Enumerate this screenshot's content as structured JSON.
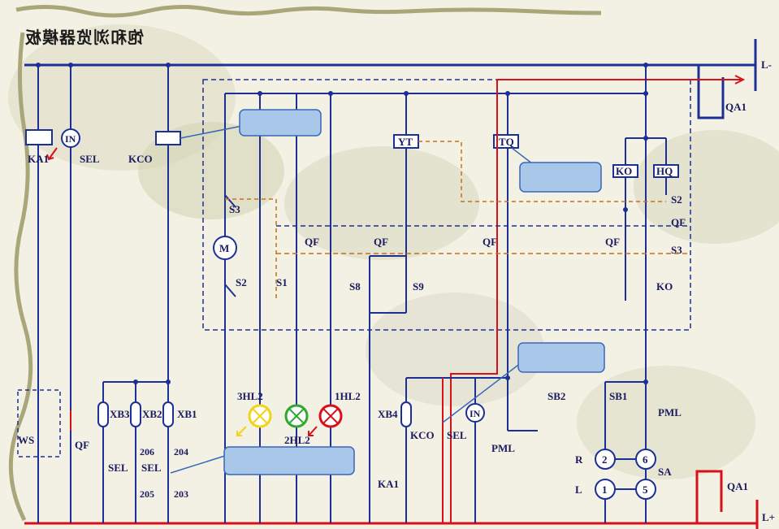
{
  "title": "饱和浏览器模板",
  "buses": {
    "neg_label": "L-",
    "pos_label": "L+"
  },
  "labels": {
    "QA1_top": "QA1",
    "QA1_bottom": "QA1",
    "KA1_top": "KA1",
    "SEL_top": "SEL",
    "KCO_top": "KCO",
    "M": "M",
    "S3_left": "S3",
    "S2_left": "S2",
    "S1": "S1",
    "QF_1": "QF",
    "QF_2": "QF",
    "QF_3": "QF",
    "QF_4": "QF",
    "YT": "YT",
    "TQ": "TQ",
    "S8": "S8",
    "S9": "S9",
    "KO_top": "KO",
    "HQ": "HQ",
    "S2_right": "S2",
    "QF_right": "QF",
    "S3_right": "S3",
    "KO_bottom": "KO",
    "QF_ws": "QF",
    "WS": "WS",
    "XB3": "XB3",
    "XB2": "XB2",
    "XB1": "XB1",
    "SEL_1": "SEL",
    "SEL_2": "SEL",
    "n206": "206",
    "n204": "204",
    "n205": "205",
    "n203": "203",
    "3HL2": "3HL2",
    "2HL2": "2HL2",
    "1HL2": "1HL2",
    "XB4": "XB4",
    "KCO_bot": "KCO",
    "SEL_bot": "SEL",
    "KA1_bot": "KA1",
    "PML_1": "PML",
    "SB2": "SB2",
    "SB1": "SB1",
    "PML_2": "PML",
    "n2": "2",
    "n6": "6",
    "n1": "1",
    "n5": "5",
    "R": "R",
    "L": "L",
    "SA": "SA",
    "IN_1": "IN",
    "IN_2": "IN"
  },
  "callouts": {
    "c1": "",
    "c2": "",
    "c3": "",
    "c4": ""
  },
  "colors": {
    "bus_blue": "#1c2f95",
    "bus_red": "#d8101a",
    "wire": "#1c2f95",
    "dash_orange": "#c8701a",
    "lamp_yellow": "#f2d21a",
    "lamp_green": "#2ea82e",
    "lamp_red": "#d8101a",
    "callout_fill": "#a9c7e9",
    "callout_stroke": "#3a66b8"
  }
}
